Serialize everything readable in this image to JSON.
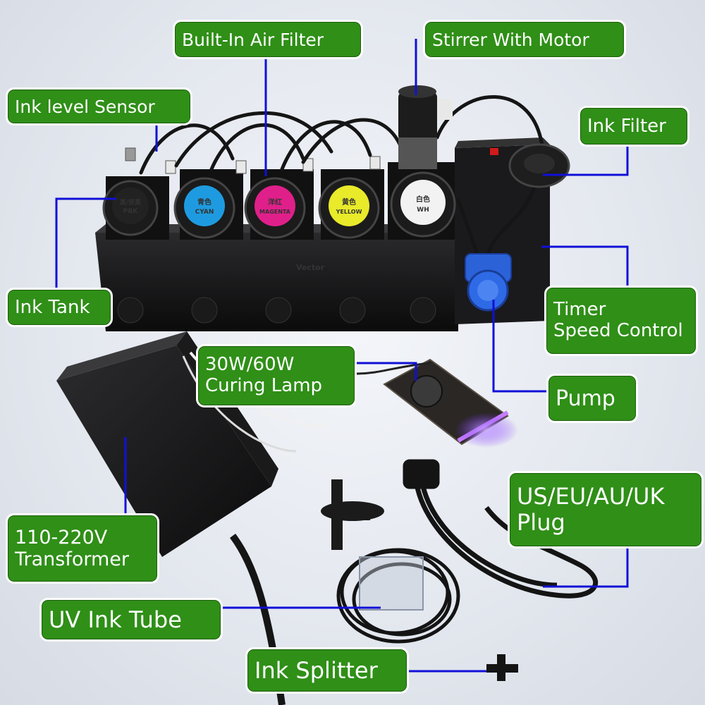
{
  "callouts": {
    "built_in_air_filter": "Built-In Air Filter",
    "stirrer_with_motor": "Stirrer With Motor",
    "ink_level_sensor": "Ink level Sensor",
    "ink_filter": "Ink Filter",
    "ink_tank": "Ink Tank",
    "timer_line1": "Timer",
    "timer_line2": "Speed Control",
    "curing_lamp_line1": "30W/60W",
    "curing_lamp_line2": "Curing Lamp",
    "pump": "Pump",
    "plug_line1": "US/EU/AU/UK",
    "plug_line2": "Plug",
    "transformer_line1": "110-220V",
    "transformer_line2": "Transformer",
    "uv_ink_tube": "UV Ink Tube",
    "ink_splitter": "Ink Splitter"
  },
  "bottle_caps": [
    {
      "cn": "黑/荧黑",
      "en": "PBK",
      "color": "#222222"
    },
    {
      "cn": "青色",
      "en": "CYAN",
      "color": "#1e9be0"
    },
    {
      "cn": "洋红",
      "en": "MAGENTA",
      "color": "#e0208a"
    },
    {
      "cn": "黄色",
      "en": "YELLOW",
      "color": "#e8ea2a"
    },
    {
      "cn": "白色",
      "en": "WH",
      "color": "#f2f2f2"
    }
  ],
  "brand": "Vector",
  "colors": {
    "callout_bg": "#2f8f17",
    "callout_border": "#ffffff",
    "leader_line": "#1010d8",
    "uv_light": "#9b4dff"
  }
}
